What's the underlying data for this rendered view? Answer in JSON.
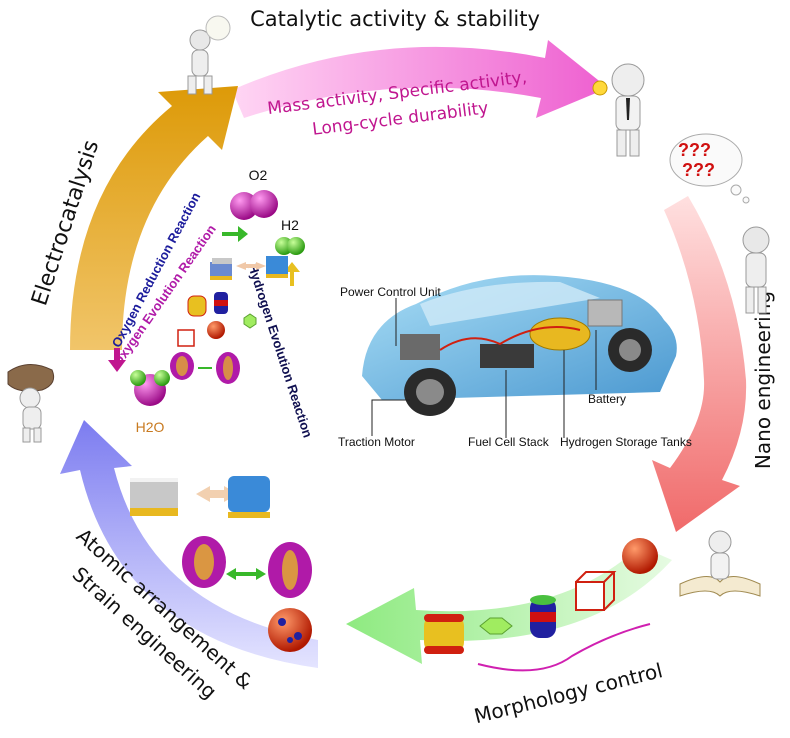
{
  "cycle": {
    "top_label": "Catalytic activity & stability",
    "top_sub_line1": "Mass activity, Specific activity,",
    "top_sub_line2": "Long-cycle durability",
    "right_label": "Nano engineering",
    "bottom_label": "Morphology control",
    "bottom_left_line1": "Atomic arrangement &",
    "bottom_left_line2": "Strain engineering",
    "left_label": "Electrocatalysis"
  },
  "reactions": {
    "orr": "Oxygen Reduction Reaction",
    "oer": "Oxygen Evolution Reaction",
    "her": "Hydrogen Evolution Reaction",
    "o2": "O2",
    "h2": "H2",
    "h2o": "H2O"
  },
  "car": {
    "power_control_unit": "Power Control Unit",
    "battery": "Battery",
    "traction_motor": "Traction Motor",
    "fuel_cell_stack": "Fuel Cell Stack",
    "hydrogen_storage_tanks": "Hydrogen Storage Tanks"
  },
  "colors": {
    "top_arrow": "#f07bd8",
    "right_arrow": "#f08080",
    "bottom_arrow": "#a8f0a0",
    "left_arrow": "#8c8cf0",
    "electro_arrow": "#e0a010",
    "magenta_text": "#c0168f",
    "orr_text": "#1c1c9c",
    "oer_text": "#b01aa8",
    "her_text": "#101050"
  }
}
